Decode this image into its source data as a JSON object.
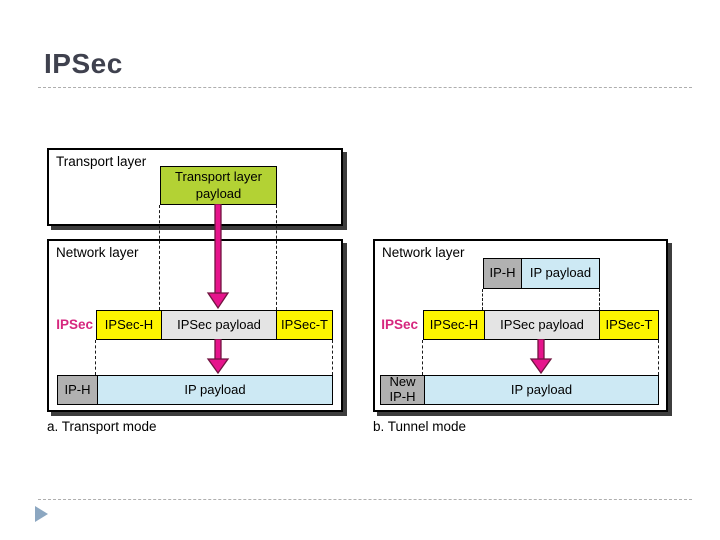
{
  "title": "IPSec",
  "icons": {
    "footer": "play-triangle-icon"
  },
  "colors": {
    "title_text": "#3f414e",
    "accent_magenta": "#e6148c",
    "arrow_outline": "#701540",
    "payload_green": "#b3d234",
    "header_yellow": "#fdf500",
    "payload_gray": "#e4e4e4",
    "header_gray": "#b1b1b1",
    "payload_blue": "#cde9f4",
    "box_shadow": "#3d3d3d",
    "footer_triangle": "#8ca7c1"
  },
  "diagram_a": {
    "caption": "a. Transport mode",
    "transport_box_label": "Transport layer",
    "transport_payload": "Transport layer payload",
    "network_box_label": "Network layer",
    "ipsec_label": "IPSec",
    "ipsec_row": {
      "header": "IPSec-H",
      "payload": "IPSec payload",
      "trailer": "IPSec-T"
    },
    "ip_row": {
      "header": "IP-H",
      "payload": "IP payload"
    }
  },
  "diagram_b": {
    "caption": "b. Tunnel mode",
    "network_box_label": "Network layer",
    "inner_ip_row": {
      "header": "IP-H",
      "payload": "IP payload"
    },
    "ipsec_label": "IPSec",
    "ipsec_row": {
      "header": "IPSec-H",
      "payload": "IPSec payload",
      "trailer": "IPSec-T"
    },
    "outer_ip_row": {
      "header": "New IP-H",
      "payload": "IP payload"
    }
  }
}
